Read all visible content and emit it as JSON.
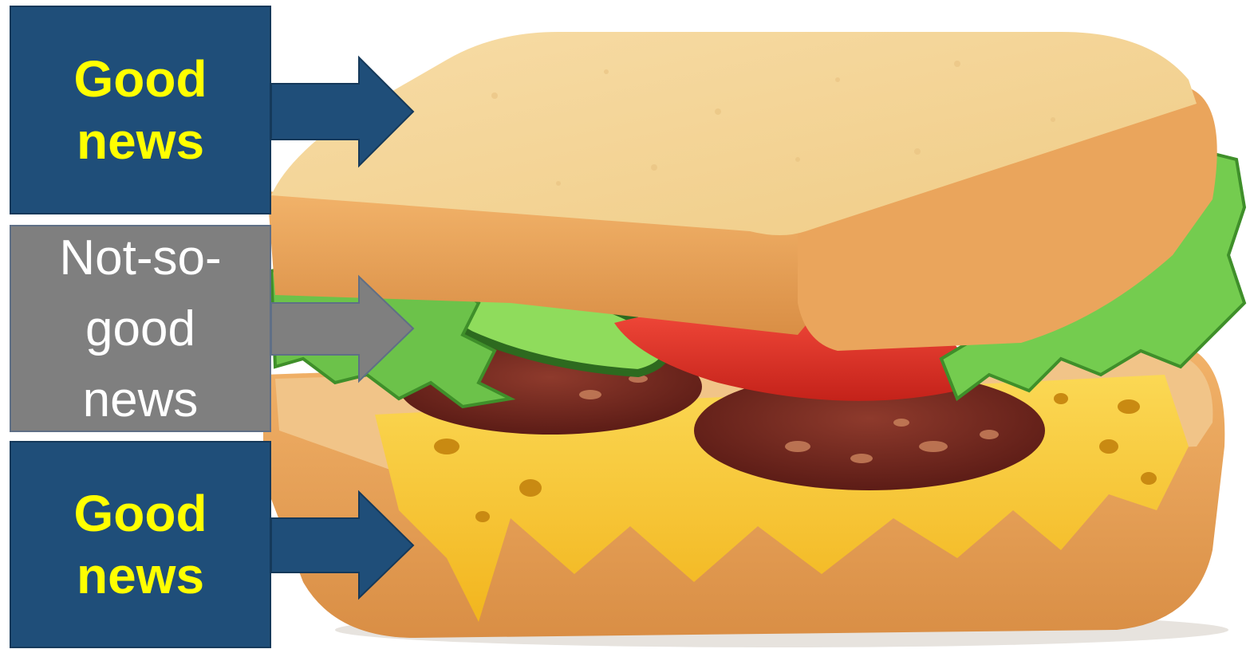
{
  "labels": {
    "top": {
      "line1": "Good",
      "line2": "news"
    },
    "middle": {
      "line1": "Not-so-",
      "line2": "good",
      "line3": "news"
    },
    "bottom": {
      "line1": "Good",
      "line2": "news"
    }
  },
  "colors": {
    "good_box": "#1f4e79",
    "good_text": "#ffff00",
    "bad_box": "#7f7f7f",
    "bad_text": "#ffffff",
    "bread_crust": "#e8a25a",
    "bread_face": "#f3d49b",
    "lettuce": "#6cc24a",
    "tomato": "#e8372a",
    "cucumber": "#7ed957",
    "salami": "#7a2a22",
    "cheese": "#f7c630"
  },
  "icons": [
    "sandwich-illustration",
    "arrow-right-icon"
  ]
}
